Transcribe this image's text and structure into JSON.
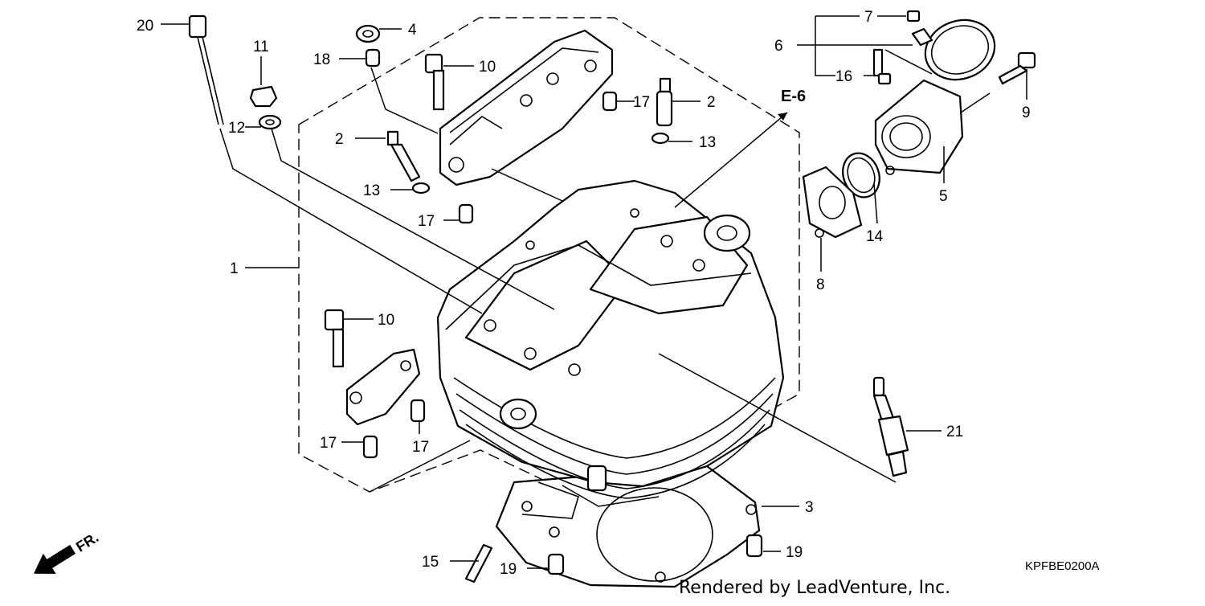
{
  "diagram": {
    "reference_label": "E-6",
    "diagram_code": "KPFBE0200A",
    "front_marker": "FR.",
    "credit": "Rendered by LeadVenture, Inc.",
    "callouts": {
      "c20": "20",
      "c11": "11",
      "c12": "12",
      "c4": "4",
      "c18": "18",
      "c10a": "10",
      "c17a": "17",
      "c2a": "2",
      "c2b": "2",
      "c13a": "13",
      "c13b": "13",
      "c17b": "17",
      "c1": "1",
      "c10b": "10",
      "c17c": "17",
      "c17d": "17",
      "c7": "7",
      "c6": "6",
      "c16": "16",
      "c9": "9",
      "c5": "5",
      "c14": "14",
      "c8": "8",
      "c21": "21",
      "c3": "3",
      "c19a": "19",
      "c19b": "19",
      "c15": "15"
    }
  }
}
